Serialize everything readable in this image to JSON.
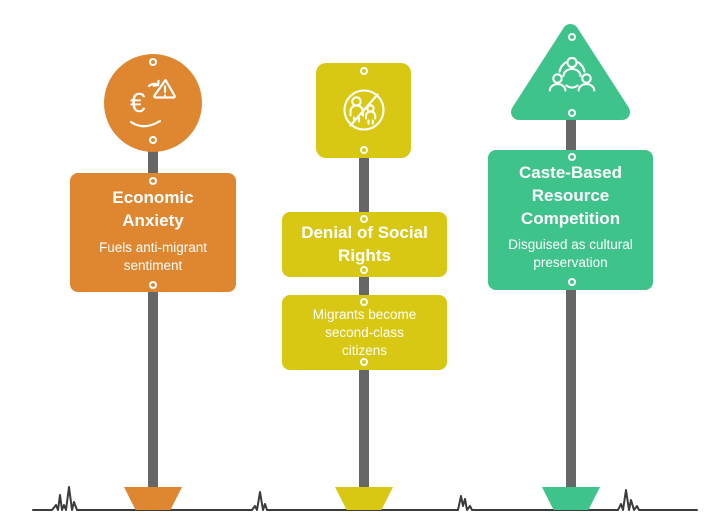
{
  "items": [
    {
      "shape": "circle",
      "icon": "euro-risk-warning-icon",
      "color": "#DF8630",
      "title": "Economic Anxiety",
      "subtitle": "Fuels anti-migrant sentiment"
    },
    {
      "shape": "square",
      "icon": "no-family-rights-icon",
      "color": "#D8C713",
      "title": "Denial of Social Rights",
      "subtitle": "Migrants become second-class citizens"
    },
    {
      "shape": "triangle",
      "icon": "group-network-icon",
      "color": "#3EC38A",
      "title": "Caste-Based Resource Competition",
      "subtitle": "Disguised as cultural preservation"
    }
  ],
  "colors": {
    "pole": "#666666",
    "ground_line": "#3B3B3B",
    "text": "#FFFFFF",
    "background": "#FFFFFF"
  }
}
